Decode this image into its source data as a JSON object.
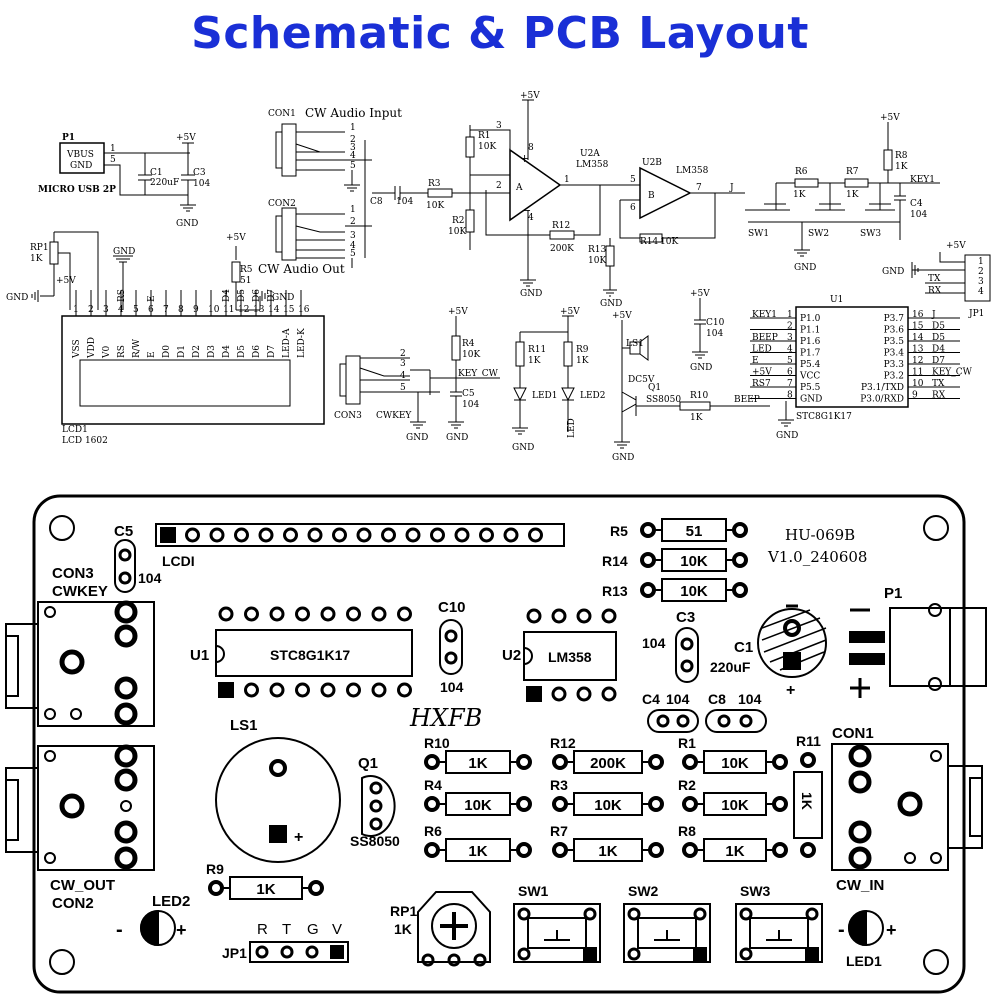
{
  "title": "Schematic & PCB Layout",
  "colors": {
    "title": "#1a2fd6",
    "ink": "#000000",
    "background": "#ffffff"
  },
  "schematic": {
    "power": {
      "vcc": "+5V",
      "gnd": "GND"
    },
    "p1": {
      "ref": "P1",
      "pin1": "VBUS",
      "pin2": "GND",
      "desc": "MICRO USB 2P",
      "n1": "1",
      "n5": "5"
    },
    "c1": {
      "ref": "C1",
      "value": "220uF"
    },
    "c3": {
      "ref": "C3",
      "value": "104"
    },
    "rp1": {
      "ref": "RP1",
      "value": "1K"
    },
    "r5": {
      "ref": "R5",
      "value": "51"
    },
    "lcd": {
      "ref": "LCD1",
      "model": "LCD 1602",
      "pins": [
        "VSS",
        "VDD",
        "V0",
        "RS",
        "R/W",
        "E",
        "D0",
        "D1",
        "D2",
        "D3",
        "D4",
        "D5",
        "D6",
        "D7",
        "LED-A",
        "LED-K"
      ],
      "nets": [
        "",
        "",
        "",
        "RS",
        "",
        "E",
        "",
        "",
        "",
        "",
        "D4",
        "D5",
        "D6",
        "D7",
        "",
        ""
      ],
      "nums": [
        "1",
        "2",
        "3",
        "4",
        "5",
        "6",
        "7",
        "8",
        "9",
        "10",
        "11",
        "12",
        "13",
        "14",
        "15",
        "16"
      ]
    },
    "con1": {
      "ref": "CON1",
      "label": "CW Audio Input"
    },
    "con2": {
      "ref": "CON2",
      "label": "CW Audio Out"
    },
    "con3": {
      "ref": "CON3",
      "label": "CWKEY"
    },
    "jack_pins": [
      "1",
      "2",
      "3",
      "4",
      "5"
    ],
    "c8": {
      "ref": "C8",
      "value": "104"
    },
    "r3": {
      "ref": "R3",
      "value": "10K"
    },
    "r1": {
      "ref": "R1",
      "value": "10K"
    },
    "r2": {
      "ref": "R2",
      "value": "10K"
    },
    "r12": {
      "ref": "R12",
      "value": "200K"
    },
    "u2a": {
      "ref": "U2A",
      "model": "LM358",
      "unit": "A"
    },
    "u2b": {
      "ref": "U2B",
      "model": "LM358",
      "unit": "B"
    },
    "r13": {
      "ref": "R13",
      "value": "10K"
    },
    "r14": {
      "ref": "R14",
      "value": "10K"
    },
    "net_j": "J",
    "r6": {
      "ref": "R6",
      "value": "1K"
    },
    "r7": {
      "ref": "R7",
      "value": "1K"
    },
    "r8": {
      "ref": "R8",
      "value": "1K"
    },
    "c4": {
      "ref": "C4",
      "value": "104"
    },
    "key1": "KEY1",
    "sw": [
      "SW1",
      "SW2",
      "SW3"
    ],
    "jp1": {
      "ref": "JP1",
      "tx": "TX",
      "rx": "RX",
      "pins": [
        "1",
        "2",
        "3",
        "4"
      ]
    },
    "r4": {
      "ref": "R4",
      "value": "10K"
    },
    "key_cw": "KEY_CW",
    "c5": {
      "ref": "C5",
      "value": "104"
    },
    "r11": {
      "ref": "R11",
      "value": "1K"
    },
    "r9": {
      "ref": "R9",
      "value": "1K"
    },
    "led1": "LED1",
    "led2": "LED2",
    "led_net": "LED",
    "ls1": {
      "ref": "LS1",
      "value": "DC5V"
    },
    "q1": {
      "ref": "Q1",
      "model": "SS8050"
    },
    "r10": {
      "ref": "R10",
      "value": "1K"
    },
    "beep": "BEEP",
    "c10": {
      "ref": "C10",
      "value": "104"
    },
    "u1": {
      "ref": "U1",
      "model": "STC8G1K17",
      "left_nets": [
        "KEY1",
        "",
        "BEEP",
        "LED",
        "E",
        "+5V",
        "RS7",
        ""
      ],
      "left_pins": [
        "P1.0",
        "P1.1",
        "P1.6",
        "P1.7",
        "P5.4",
        "VCC",
        "P5.5",
        "GND"
      ],
      "left_nums": [
        "1",
        "2",
        "3",
        "4",
        "5",
        "6",
        "7",
        "8"
      ],
      "right_pins": [
        "P3.7",
        "P3.6",
        "P3.5",
        "P3.4",
        "P3.3",
        "P3.2",
        "P3.1/TXD",
        "P3.0/RXD"
      ],
      "right_nums": [
        "16",
        "15",
        "14",
        "13",
        "12",
        "11",
        "10",
        "9"
      ],
      "right_nets": [
        "J",
        "D5",
        "D5",
        "D4",
        "D7",
        "KEY_CW",
        "TX",
        "RX"
      ]
    }
  },
  "pcb": {
    "board_name": "HU-069B",
    "version": "V1.0_240608",
    "logo": "HXFB",
    "c5": {
      "ref": "C5",
      "value": "104"
    },
    "lcd": "LCDI",
    "con3": {
      "ref": "CON3",
      "name": "CWKEY"
    },
    "con2": {
      "ref": "CON2",
      "name": "CW_OUT"
    },
    "con1": {
      "ref": "CON1",
      "name": "CW_IN"
    },
    "u1": {
      "ref": "U1",
      "model": "STC8G1K17"
    },
    "u2": {
      "ref": "U2",
      "model": "LM358"
    },
    "c10": {
      "ref": "C10",
      "value": "104"
    },
    "c3": {
      "ref": "C3",
      "value": "104"
    },
    "c1": {
      "ref": "C1",
      "value": "220uF"
    },
    "c4": {
      "ref": "C4",
      "value": "104"
    },
    "c8": {
      "ref": "C8",
      "value": "104"
    },
    "p1": "P1",
    "r5": {
      "ref": "R5",
      "value": "51"
    },
    "r14": {
      "ref": "R14",
      "value": "10K"
    },
    "r13": {
      "ref": "R13",
      "value": "10K"
    },
    "r10": {
      "ref": "R10",
      "value": "1K"
    },
    "r12": {
      "ref": "R12",
      "value": "200K"
    },
    "r1": {
      "ref": "R1",
      "value": "10K"
    },
    "r11": {
      "ref": "R11",
      "value": "1K"
    },
    "r4": {
      "ref": "R4",
      "value": "10K"
    },
    "r3": {
      "ref": "R3",
      "value": "10K"
    },
    "r2": {
      "ref": "R2",
      "value": "10K"
    },
    "r6": {
      "ref": "R6",
      "value": "1K"
    },
    "r7": {
      "ref": "R7",
      "value": "1K"
    },
    "r8": {
      "ref": "R8",
      "value": "1K"
    },
    "r9": {
      "ref": "R9",
      "value": "1K"
    },
    "ls1": "LS1",
    "q1": {
      "ref": "Q1",
      "model": "SS8050"
    },
    "led1": "LED1",
    "led2": "LED2",
    "rp1": {
      "ref": "RP1",
      "value": "1K"
    },
    "jp1": {
      "ref": "JP1",
      "pins": [
        "R",
        "T",
        "G",
        "V"
      ]
    },
    "sw": [
      "SW1",
      "SW2",
      "SW3"
    ],
    "plus": "+",
    "minus": "-"
  }
}
